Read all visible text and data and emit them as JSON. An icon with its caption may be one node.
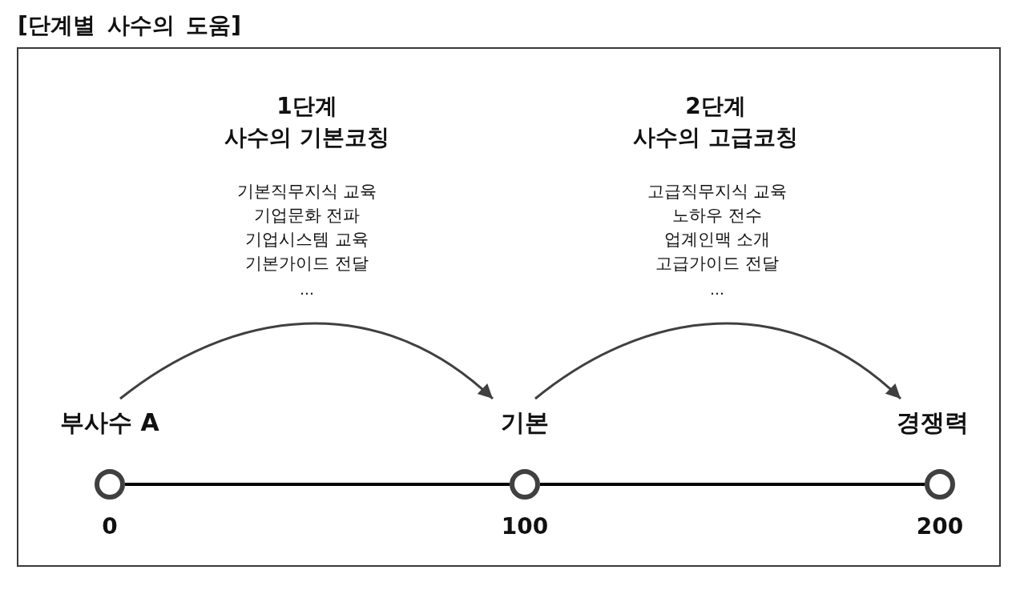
{
  "diagram": {
    "title": "[단계별 사수의 도움]",
    "nodes": [
      {
        "text": [
          "부사수 A"
        ]
      },
      {
        "text": [
          "기본"
        ]
      },
      {
        "text": [
          "경쟁력"
        ]
      },
      {
        "text": [],
        "shape": "circle",
        "beside": [
          "0"
        ]
      },
      {
        "text": [],
        "shape": "circle",
        "beside": [
          "100"
        ]
      },
      {
        "text": [],
        "shape": "circle",
        "beside": [
          "200"
        ]
      }
    ],
    "edges": [
      {
        "from": 0,
        "to": 1,
        "arrow": "to"
      },
      {
        "from": 1,
        "to": 2,
        "arrow": "to"
      },
      {
        "from": 3,
        "to": 4,
        "arrow": "none"
      },
      {
        "from": 4,
        "to": 5,
        "arrow": "none"
      }
    ],
    "labels": [
      "1단계",
      "사수의 기본코칭",
      "기본직무지식 교육",
      "기업문화 전파",
      "기업시스템 교육",
      "기본가이드 전달",
      "…",
      "2단계",
      "사수의 고급코칭",
      "고급직무지식 교육",
      "노하우 전수",
      "업계인맥 소개",
      "고급가이드 전달",
      "…"
    ]
  }
}
